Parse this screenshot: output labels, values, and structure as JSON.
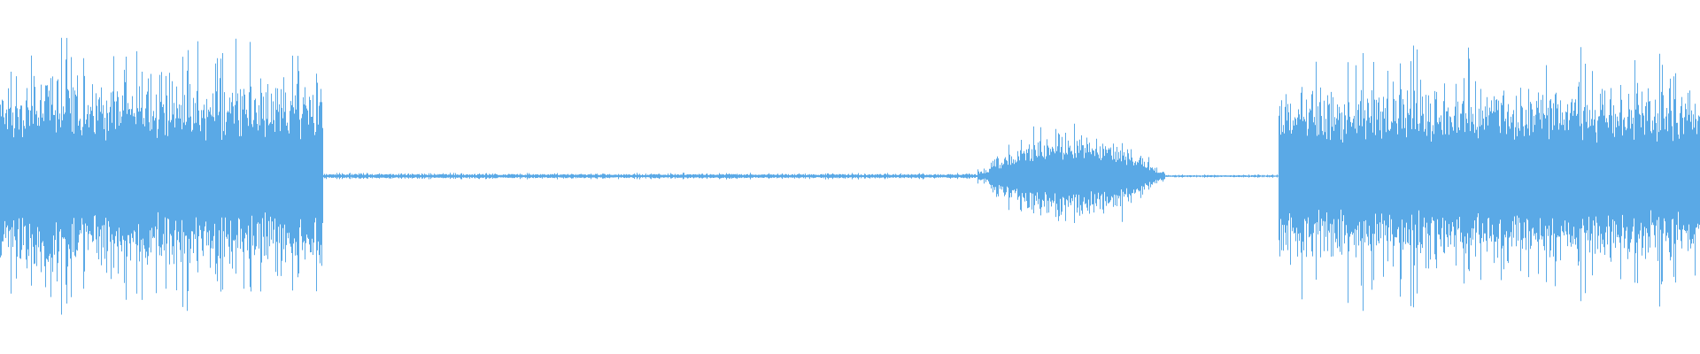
{
  "waveform": {
    "color": "#5aa9e6",
    "background": "#ffffff",
    "segments": [
      {
        "start": 0.0,
        "end": 0.19,
        "level": "loud",
        "peak_amplitude": 0.85
      },
      {
        "start": 0.19,
        "end": 0.575,
        "level": "near-silent",
        "peak_amplitude": 0.02
      },
      {
        "start": 0.575,
        "end": 0.685,
        "level": "medium",
        "peak_amplitude": 0.38
      },
      {
        "start": 0.685,
        "end": 0.752,
        "level": "near-silent",
        "peak_amplitude": 0.01
      },
      {
        "start": 0.752,
        "end": 1.0,
        "level": "loud",
        "peak_amplitude": 0.78
      }
    ]
  }
}
